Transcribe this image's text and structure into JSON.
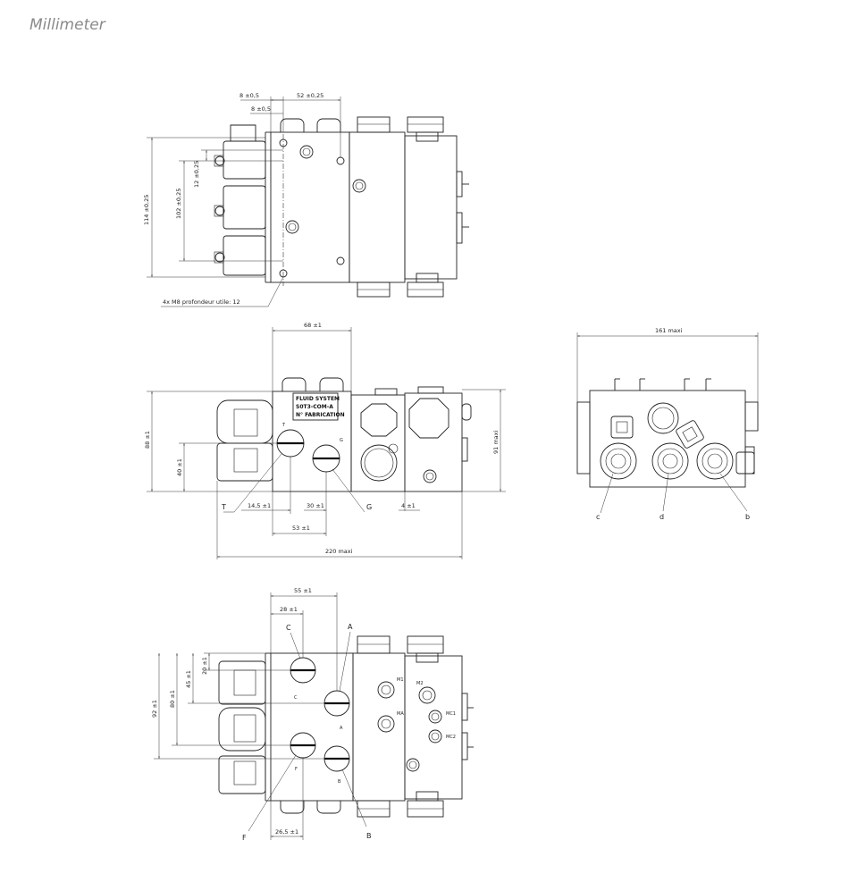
{
  "unit_label": "Millimeter",
  "top_view": {
    "dim_8_top": "8 ±0,5",
    "dim_8_inner": "8 ±0,5",
    "dim_52": "52 ±0,25",
    "dim_114": "114 ±0,25",
    "dim_102": "102 ±0,25",
    "dim_12": "12 ±0,25",
    "note_thread": "4x M8 profondeur utile: 12"
  },
  "front_view": {
    "dim_68": "68 ±1",
    "dim_88": "88 ±1",
    "dim_91": "91 maxi",
    "dim_40": "40 ±1",
    "dim_14_5": "14,5 ±1",
    "dim_30": "30 ±1",
    "dim_4": "4 ±1",
    "dim_53": "53 ±1",
    "dim_220": "220 maxi",
    "label_T": "T",
    "label_G": "G",
    "port_T_mark": "T",
    "port_G_mark": "G",
    "plate_line1": "FLUID SYSTEM",
    "plate_line2": "S0T3-COM-A",
    "plate_line3": "N° FABRICATION"
  },
  "side_view": {
    "dim_161": "161 maxi",
    "label_c": "c",
    "label_d": "d",
    "label_b": "b"
  },
  "bottom_view": {
    "dim_55": "55 ±1",
    "dim_28": "28 ±1",
    "dim_20": "20 ±1",
    "dim_45": "45 ±1",
    "dim_80": "80 ±1",
    "dim_92": "92 ±1",
    "dim_26_5": "26,5 ±1",
    "label_C": "C",
    "label_A": "A",
    "label_F": "F",
    "label_B": "B",
    "port_C_mark": "C",
    "port_A_mark": "A",
    "port_F_mark": "F",
    "port_B_mark": "B",
    "mark_M1": "M1",
    "mark_M2": "M2",
    "mark_MA": "MA",
    "mark_MC1": "MC1",
    "mark_MC2": "MC2"
  }
}
